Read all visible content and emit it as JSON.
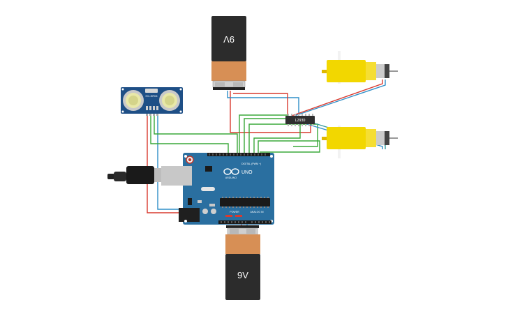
{
  "battery_top": {
    "label": "9V"
  },
  "battery_bottom": {
    "label": "9V"
  },
  "sensor": {
    "label": "HC-SR04"
  },
  "driver": {
    "label": "L293D"
  },
  "arduino": {
    "logo_text": "UNO",
    "brand": "ARDUINO",
    "digital_label": "DIGITAL (PWM ~)",
    "power_label": "POWER",
    "analog_label": "ANALOG IN"
  },
  "colors": {
    "wire_red": "#d93a2f",
    "wire_blue": "#2f8fc8",
    "wire_green": "#3aa83a",
    "arduino_blue": "#2a6fa0",
    "motor_yellow": "#f2d700",
    "battery_orange": "#d78f55",
    "battery_black": "#2c2c2c"
  }
}
